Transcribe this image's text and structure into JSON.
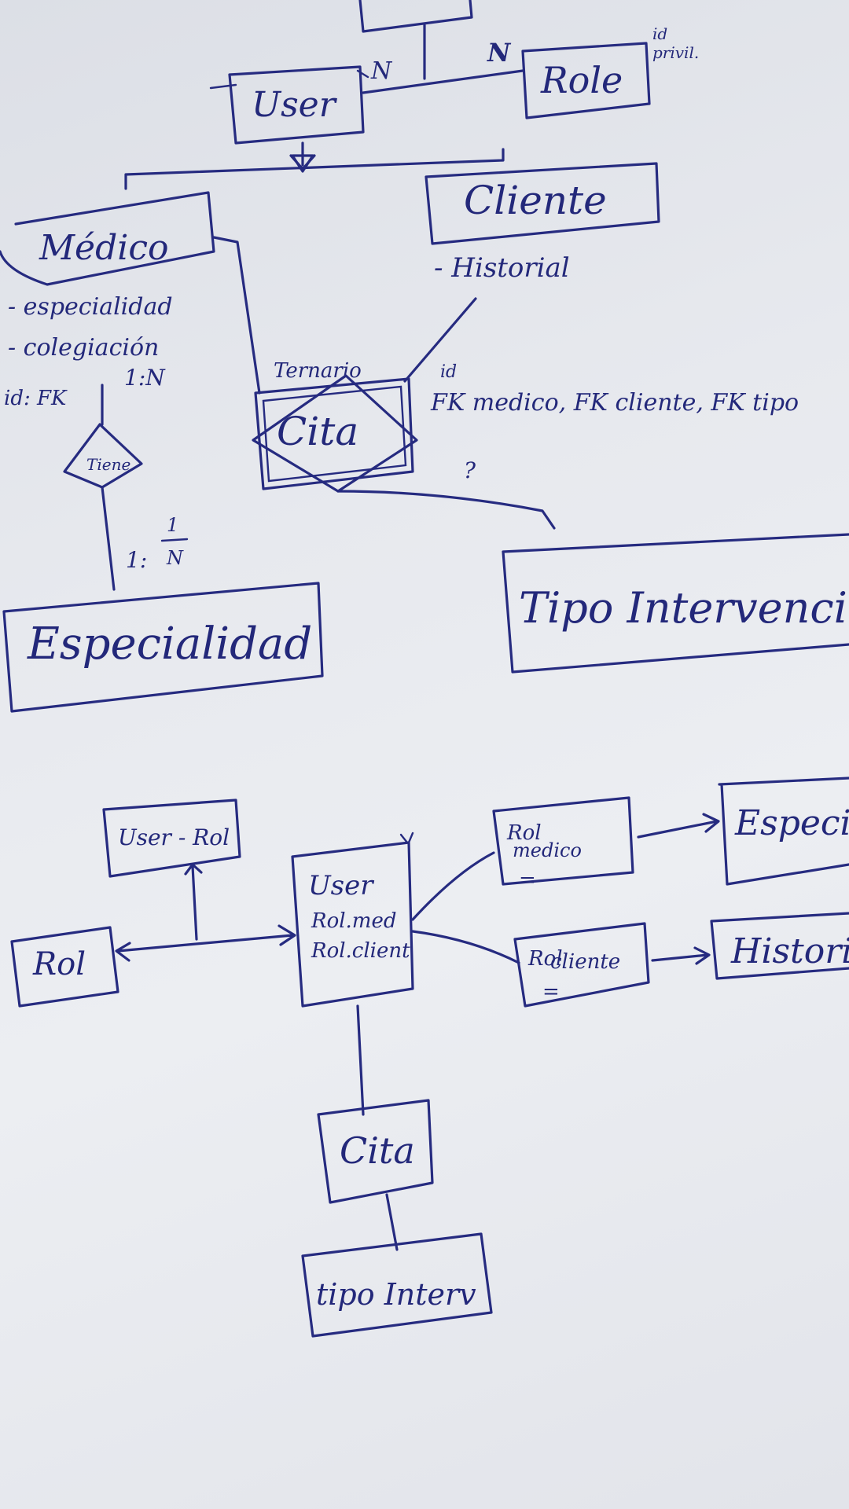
{
  "top_diagram": {
    "entities": {
      "user": "User",
      "role": "Role",
      "medico": "Médico",
      "cliente": "Cliente",
      "cita": "Cita",
      "especialidad": "Especialidad",
      "tipo_intervencion": "Tipo Intervenció"
    },
    "cardinalities": {
      "user_role_left": "N",
      "user_role_right": "N",
      "tiene_top": "1:N",
      "tiene_bottom": "1:",
      "tiene_bottom_frac_num": "1",
      "tiene_bottom_frac_den": "N"
    },
    "relationships": {
      "tiene": "Tiene"
    },
    "notes": {
      "role_attrs_1": "id",
      "role_attrs_2": "privil.",
      "medico_attr_1": "- especialidad",
      "medico_attr_2": "- colegiación",
      "medico_attr_3": "id: FK",
      "cliente_attr_1": "- Historial",
      "ternario": "Ternario",
      "cita_attr_1": "id",
      "cita_attr_2": "FK medico, FK cliente, FK tipo",
      "question": "?"
    }
  },
  "bottom_diagram": {
    "entities": {
      "user_rol": "User - Rol",
      "rol": "Rol",
      "user_line_1": "User",
      "user_line_2": "Rol.med",
      "user_line_3": "Rol.client",
      "rol_medico_1": "Rol",
      "rol_medico_2": "medico",
      "rol_cliente_1": "Rol",
      "rol_cliente_2": "cliente",
      "especialidad": "Especia",
      "historial": "Histori",
      "cita": "Cita",
      "tipo_interv": "tipo Interv"
    },
    "marks": {
      "equals": "="
    }
  }
}
